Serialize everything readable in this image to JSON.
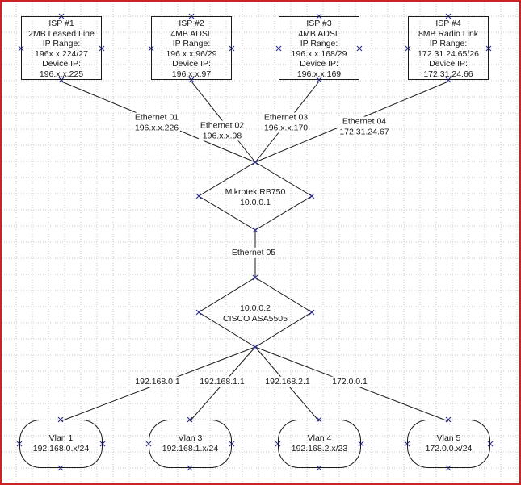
{
  "page": {
    "border_color": "#cc2222",
    "grid_color": "#c9c9c9",
    "connector_color": "#1a1a1a",
    "connection_point_color": "#333399"
  },
  "isp_boxes": [
    {
      "title": "ISP #1",
      "service": "2MB Leased Line",
      "ip_range_label": "IP Range:",
      "ip_range": "196x.x.224/27",
      "device_ip_label": "Device IP:",
      "device_ip": "196.x.x.225"
    },
    {
      "title": "ISP #2",
      "service": "4MB ADSL",
      "ip_range_label": "IP Range:",
      "ip_range": "196.x.x.96/29",
      "device_ip_label": "Device IP:",
      "device_ip": "196.x.x.97"
    },
    {
      "title": "ISP #3",
      "service": "4MB ADSL",
      "ip_range_label": "IP Range:",
      "ip_range": "196.x.x.168/29",
      "device_ip_label": "Device IP:",
      "device_ip": "196.x.x.169"
    },
    {
      "title": "ISP #4",
      "service": "8MB Radio Link",
      "ip_range_label": "IP Range:",
      "ip_range": "172.31.24.65/26",
      "device_ip_label": "Device IP:",
      "device_ip": "172.31.24.66"
    }
  ],
  "core_router": {
    "line1": "Mikrotek RB750",
    "line2": "10.0.0.1"
  },
  "firewall": {
    "line1": "10.0.0.2",
    "line2": "CISCO ASA5505"
  },
  "ethernet_labels": [
    {
      "name": "Ethernet 01",
      "ip": "196.x.x.226"
    },
    {
      "name": "Ethernet 02",
      "ip": "196.x.x.98"
    },
    {
      "name": "Ethernet 03",
      "ip": "196.x.x.170"
    },
    {
      "name": "Ethernet 04",
      "ip": "172.31.24.67"
    },
    {
      "name": "Ethernet 05"
    }
  ],
  "gateway_labels": [
    "192.168.0.1",
    "192.168.1.1",
    "192.168.2.1",
    "172.0.0.1"
  ],
  "vlans": [
    {
      "name": "Vlan 1",
      "subnet": "192.168.0.x/24"
    },
    {
      "name": "Vlan 3",
      "subnet": "192.168.1.x/24"
    },
    {
      "name": "Vlan 4",
      "subnet": "192.168.2.x/23"
    },
    {
      "name": "Vlan 5",
      "subnet": "172.0.0.x/24"
    }
  ]
}
